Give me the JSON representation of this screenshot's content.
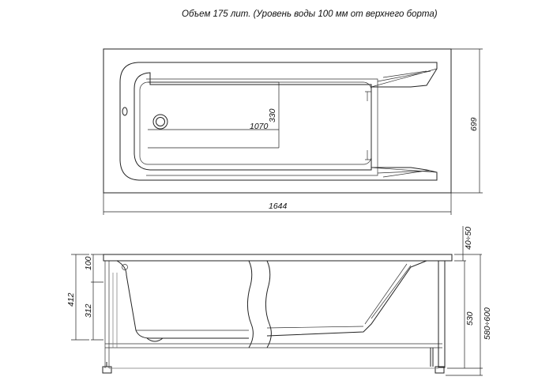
{
  "caption": "Объем 175 лит. (Уровень воды 100 мм от верхнего борта)",
  "dimensions": {
    "overall_length": "1644",
    "overall_width": "699",
    "inner_length": "1070",
    "inner_width": "330",
    "height_total": "412",
    "rim_depth": "100",
    "bath_depth": "312",
    "panel_offset": "40÷50",
    "panel_height": "530",
    "leg_height": "580÷600"
  }
}
